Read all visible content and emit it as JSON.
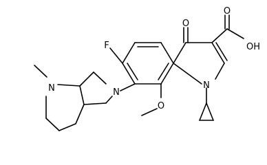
{
  "structure": {
    "atoms": {
      "oxo_o": "O",
      "acid_o": "O",
      "acid_oh": "OH",
      "fluorine": "F",
      "ring_n1": "N",
      "pyrrolidine_n": "N",
      "piperidine_n": "N",
      "methoxy_o": "O"
    }
  }
}
